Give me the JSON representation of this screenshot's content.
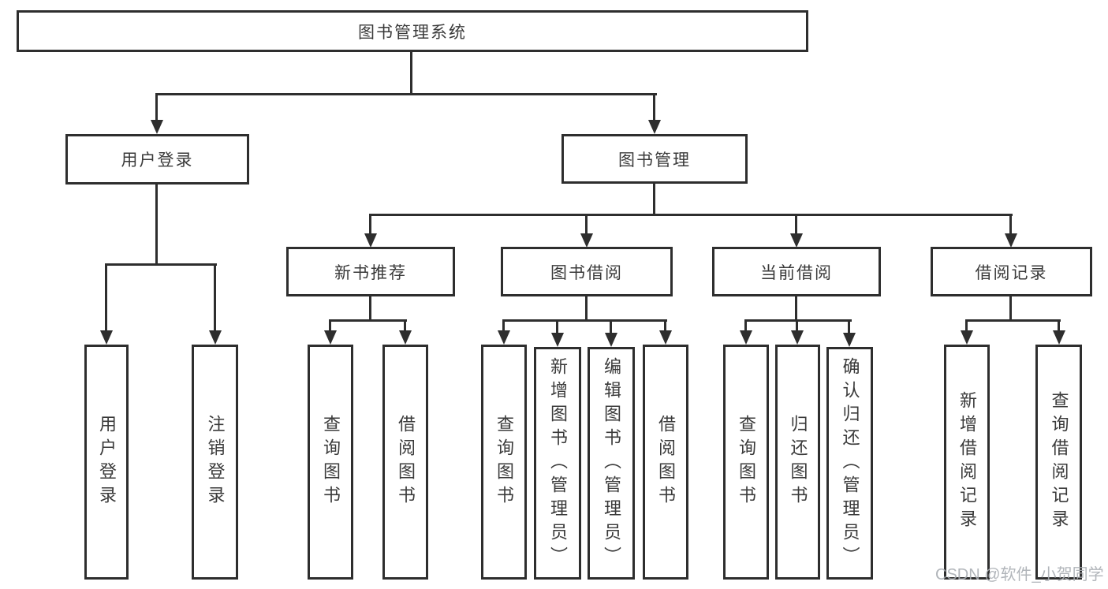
{
  "diagram": {
    "root": {
      "label": "图书管理系统"
    },
    "branches": [
      {
        "label": "用户登录",
        "children": [
          {
            "label": "用户登录"
          },
          {
            "label": "注销登录"
          }
        ]
      },
      {
        "label": "图书管理",
        "children": [
          {
            "label": "新书推荐",
            "children": [
              {
                "label": "查询图书"
              },
              {
                "label": "借阅图书"
              }
            ]
          },
          {
            "label": "图书借阅",
            "children": [
              {
                "label": "查询图书"
              },
              {
                "label": "新增图书（管理员）"
              },
              {
                "label": "编辑图书（管理员）"
              },
              {
                "label": "借阅图书"
              }
            ]
          },
          {
            "label": "当前借阅",
            "children": [
              {
                "label": "查询图书"
              },
              {
                "label": "归还图书"
              },
              {
                "label": "确认归还（管理员）"
              }
            ]
          },
          {
            "label": "借阅记录",
            "children": [
              {
                "label": "新增借阅记录"
              },
              {
                "label": "查询借阅记录"
              }
            ]
          }
        ]
      }
    ]
  },
  "watermark": {
    "text": "CSDN @软件_小贺同学"
  },
  "colors": {
    "line": "#2e2e2e",
    "text": "#3a3a3a",
    "watermark": "#a8adb3",
    "background": "#ffffff"
  }
}
